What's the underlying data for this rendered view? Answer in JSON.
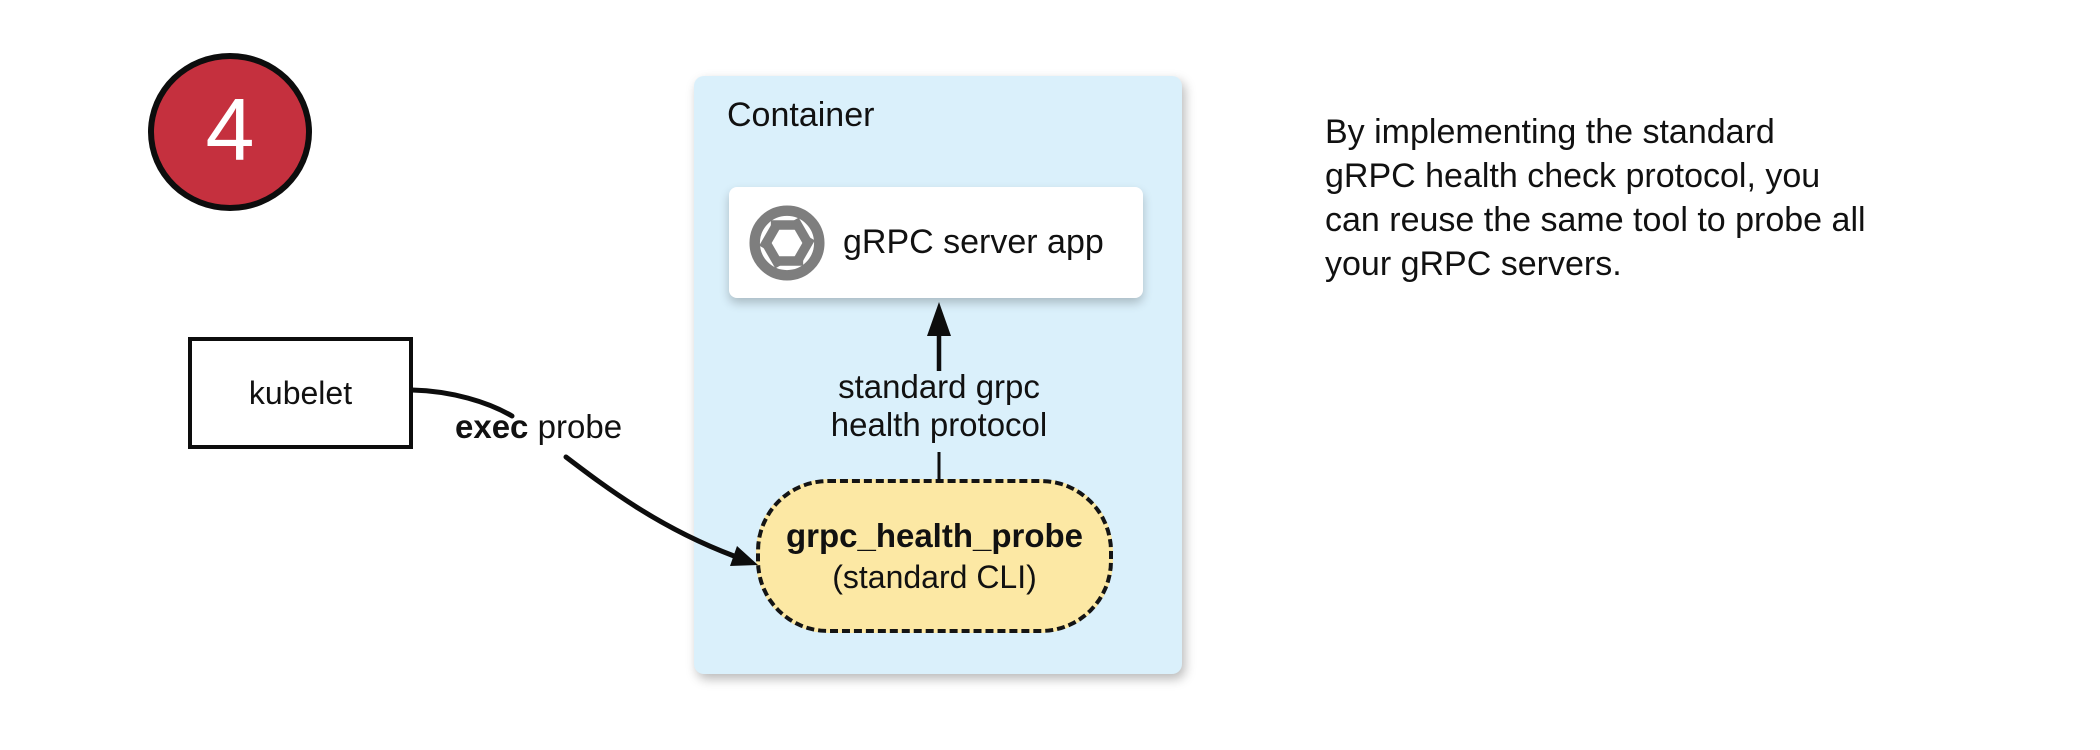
{
  "step": {
    "number": "4"
  },
  "nodes": {
    "kubelet": {
      "label": "kubelet"
    },
    "container": {
      "label": "Container"
    },
    "server": {
      "label": "gRPC server app",
      "icon": "aperture-icon"
    },
    "probe": {
      "title": "grpc_health_probe",
      "subtitle": "(standard CLI)"
    }
  },
  "edges": {
    "exec_probe": {
      "keyword": "exec",
      "rest": "probe"
    },
    "health_protocol": {
      "line1": "standard grpc",
      "line2": "health protocol"
    }
  },
  "caption": {
    "lines": [
      "By implementing the standard",
      "gRPC health check protocol, you",
      "can reuse the same tool to probe all",
      "your gRPC servers."
    ]
  },
  "colors": {
    "step_red": "#C5303E",
    "container_blue": "#DAF0FB",
    "probe_yellow": "#FCE8A4",
    "icon_gray": "#7E7E7E",
    "line_black": "#0d0d0d"
  }
}
